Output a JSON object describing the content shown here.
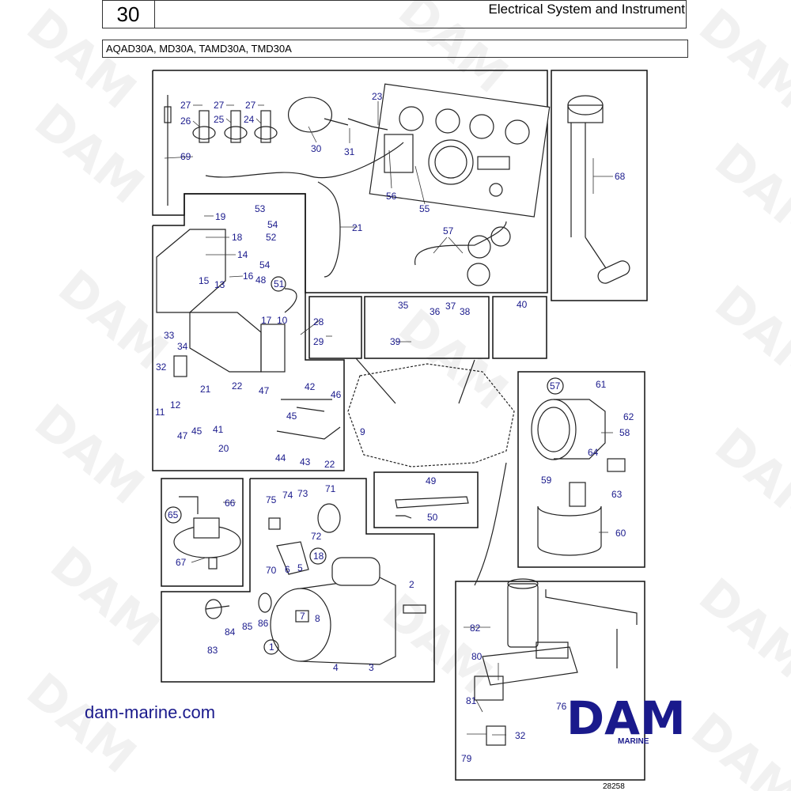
{
  "header": {
    "page_number": "30",
    "title": "Electrical System and Instrument"
  },
  "models": "AQAD30A, MD30A, TAMD30A, TMD30A",
  "watermark": "DAM",
  "footer": {
    "website": "dam-marine.com",
    "logo_text": "DAM",
    "logo_subtext": "MARINE",
    "reference": "28258"
  },
  "colors": {
    "callout": "#1a1a8c",
    "logo": "#1a1a8c",
    "lines": "#222222"
  },
  "callouts": {
    "c1": "1",
    "c2": "2",
    "c3": "3",
    "c4": "4",
    "c5": "5",
    "c6": "6",
    "c7": "7",
    "c8": "8",
    "c9": "9",
    "c10": "10",
    "c11": "11",
    "c12": "12",
    "c13": "13",
    "c14": "14",
    "c15": "15",
    "c16": "16",
    "c17": "17",
    "c18": "18",
    "c19": "19",
    "c20": "20",
    "c21": "21",
    "c22": "22",
    "c23": "23",
    "c24": "24",
    "c25": "25",
    "c26": "26",
    "c27": "27",
    "c28": "28",
    "c29": "29",
    "c30": "30",
    "c31": "31",
    "c32": "32",
    "c33": "33",
    "c34": "34",
    "c35": "35",
    "c36": "36",
    "c37": "37",
    "c38": "38",
    "c39": "39",
    "c40": "40",
    "c41": "41",
    "c42": "42",
    "c43": "43",
    "c44": "44",
    "c45": "45",
    "c46": "46",
    "c47": "47",
    "c48": "48",
    "c49": "49",
    "c50": "50",
    "c51": "51",
    "c52": "52",
    "c53": "53",
    "c54": "54",
    "c55": "55",
    "c56": "56",
    "c57": "57",
    "c58": "58",
    "c59": "59",
    "c60": "60",
    "c61": "61",
    "c62": "62",
    "c63": "63",
    "c64": "64",
    "c65": "65",
    "c66": "66",
    "c67": "67",
    "c68": "68",
    "c69": "69",
    "c70": "70",
    "c71": "71",
    "c72": "72",
    "c73": "73",
    "c74": "74",
    "c75": "75",
    "c76": "76",
    "c79": "79",
    "c80": "80",
    "c81": "81",
    "c82": "82",
    "c83": "83",
    "c84": "84",
    "c85": "85",
    "c86": "86"
  }
}
